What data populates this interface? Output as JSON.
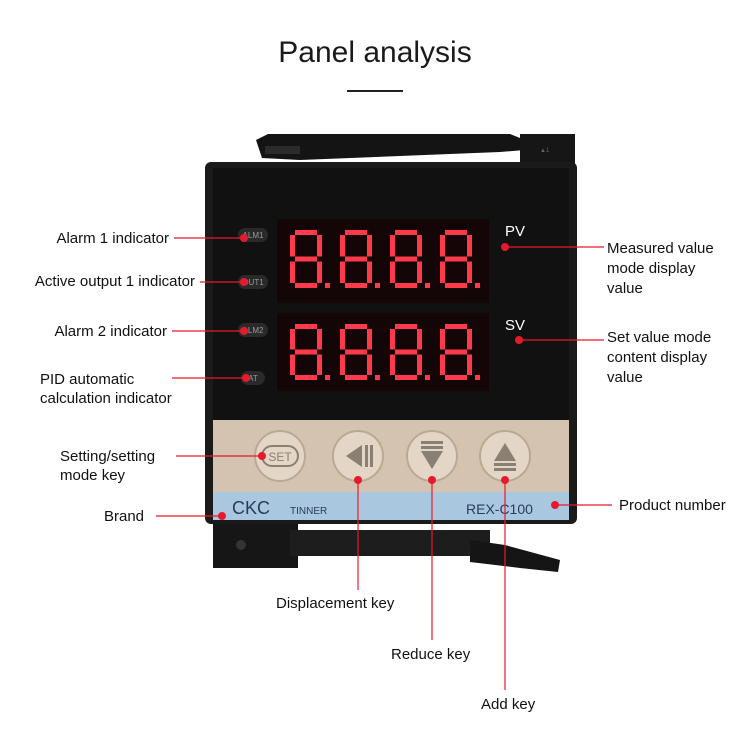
{
  "title": "Panel analysis",
  "device": {
    "pv_label": "PV",
    "sv_label": "SV",
    "indicators": [
      "ALM1",
      "OUT1",
      "ALM2",
      "AT"
    ],
    "set_key": "SET",
    "brand": "CKC",
    "brand_sub": "TINNER",
    "model": "REX-C100",
    "display_digits": "8.8.8.8."
  },
  "labels": {
    "alarm1": "Alarm 1 indicator",
    "out1": "Active output 1 indicator",
    "alarm2": "Alarm 2 indicator",
    "pid_line1": "PID automatic",
    "pid_line2": "calculation indicator",
    "set_line1": "Setting/setting",
    "set_line2": "mode key",
    "brand": "Brand",
    "pv_line1": "Measured value",
    "pv_line2": "mode display",
    "pv_line3": "value",
    "sv_line1": "Set value mode",
    "sv_line2": "content display",
    "sv_line3": "value",
    "product": "Product number",
    "displacement": "Displacement key",
    "reduce": "Reduce key",
    "add": "Add key"
  },
  "colors": {
    "marker": "#e8192c",
    "segment": "#ff3a4a",
    "body": "#1a1a1a",
    "keypad": "#d4c3b0",
    "brand_strip": "#a9c8e0"
  }
}
